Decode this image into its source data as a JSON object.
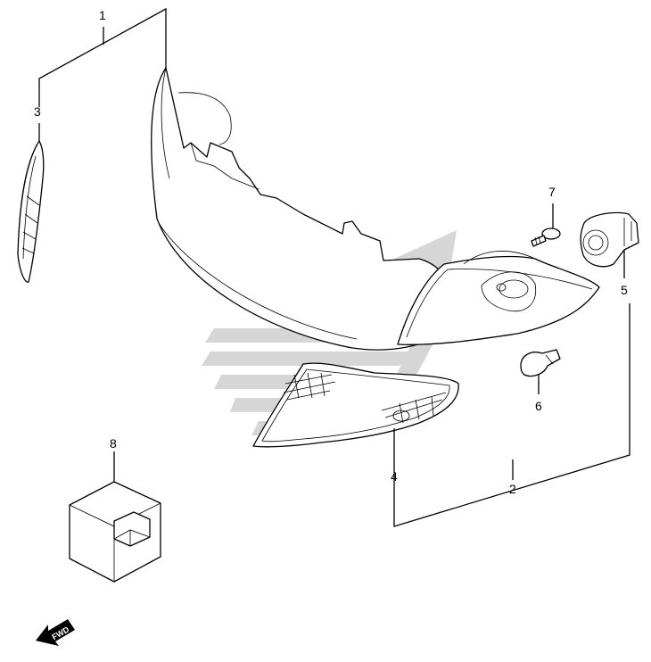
{
  "callouts": [
    {
      "id": "1",
      "label": "1"
    },
    {
      "id": "2",
      "label": "2"
    },
    {
      "id": "3",
      "label": "3"
    },
    {
      "id": "4",
      "label": "4"
    },
    {
      "id": "5",
      "label": "5"
    },
    {
      "id": "6",
      "label": "6"
    },
    {
      "id": "7",
      "label": "7"
    },
    {
      "id": "8",
      "label": "8"
    }
  ],
  "direction_indicator": {
    "label": "FWD",
    "icon": "fwd-arrow-icon"
  },
  "watermark": {
    "icon": "dealer-logo-watermark",
    "color": "#c8c8c8"
  }
}
